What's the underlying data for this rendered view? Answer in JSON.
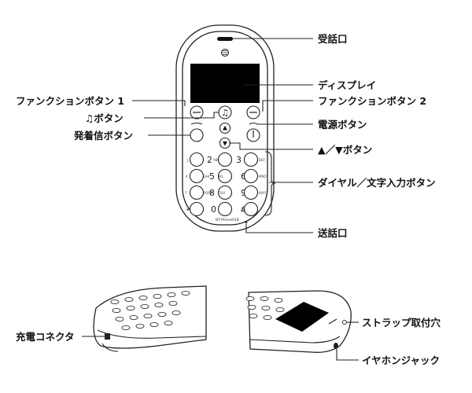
{
  "labels": {
    "earpiece": "受話口",
    "display": "ディスプレイ",
    "function1": "ファンクションボタン 1",
    "function2": "ファンクションボタン 2",
    "music": "♫ボタン",
    "power": "電源ボタン",
    "call": "発着信ボタン",
    "updown": "▲／▼ボタン",
    "dial": "ダイヤル／文字入力ボタン",
    "mouthpiece": "送話口",
    "charge": "充電コネクタ",
    "strap": "ストラップ取付穴",
    "earphone": "イヤホンジャック"
  },
  "phone": {
    "model": "BT-Phone01B",
    "keys": {
      "k1": "1",
      "k2": "2",
      "k3": "3",
      "k4": "4",
      "k5": "5",
      "k6": "6",
      "k7": "7",
      "k8": "8",
      "k9": "9",
      "kstar": "✱",
      "k0": "0",
      "khash": "#"
    },
    "sub": {
      "s2": "ABC",
      "s3": "DEF",
      "s4": "GHI",
      "s5": "JKL",
      "s6": "MNO",
      "s7": "PQRS",
      "s8": "TUV",
      "s9": "WXYZ"
    }
  }
}
